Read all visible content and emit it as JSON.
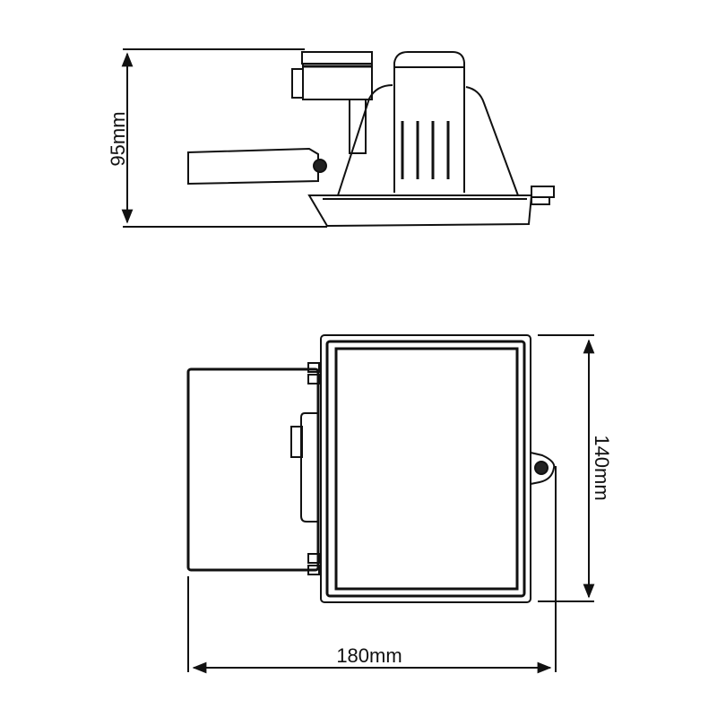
{
  "dimensions": {
    "height_label": "95mm",
    "width_label": "180mm",
    "depth_label": "140mm"
  },
  "colors": {
    "line": "#111111",
    "background": "#ffffff"
  }
}
